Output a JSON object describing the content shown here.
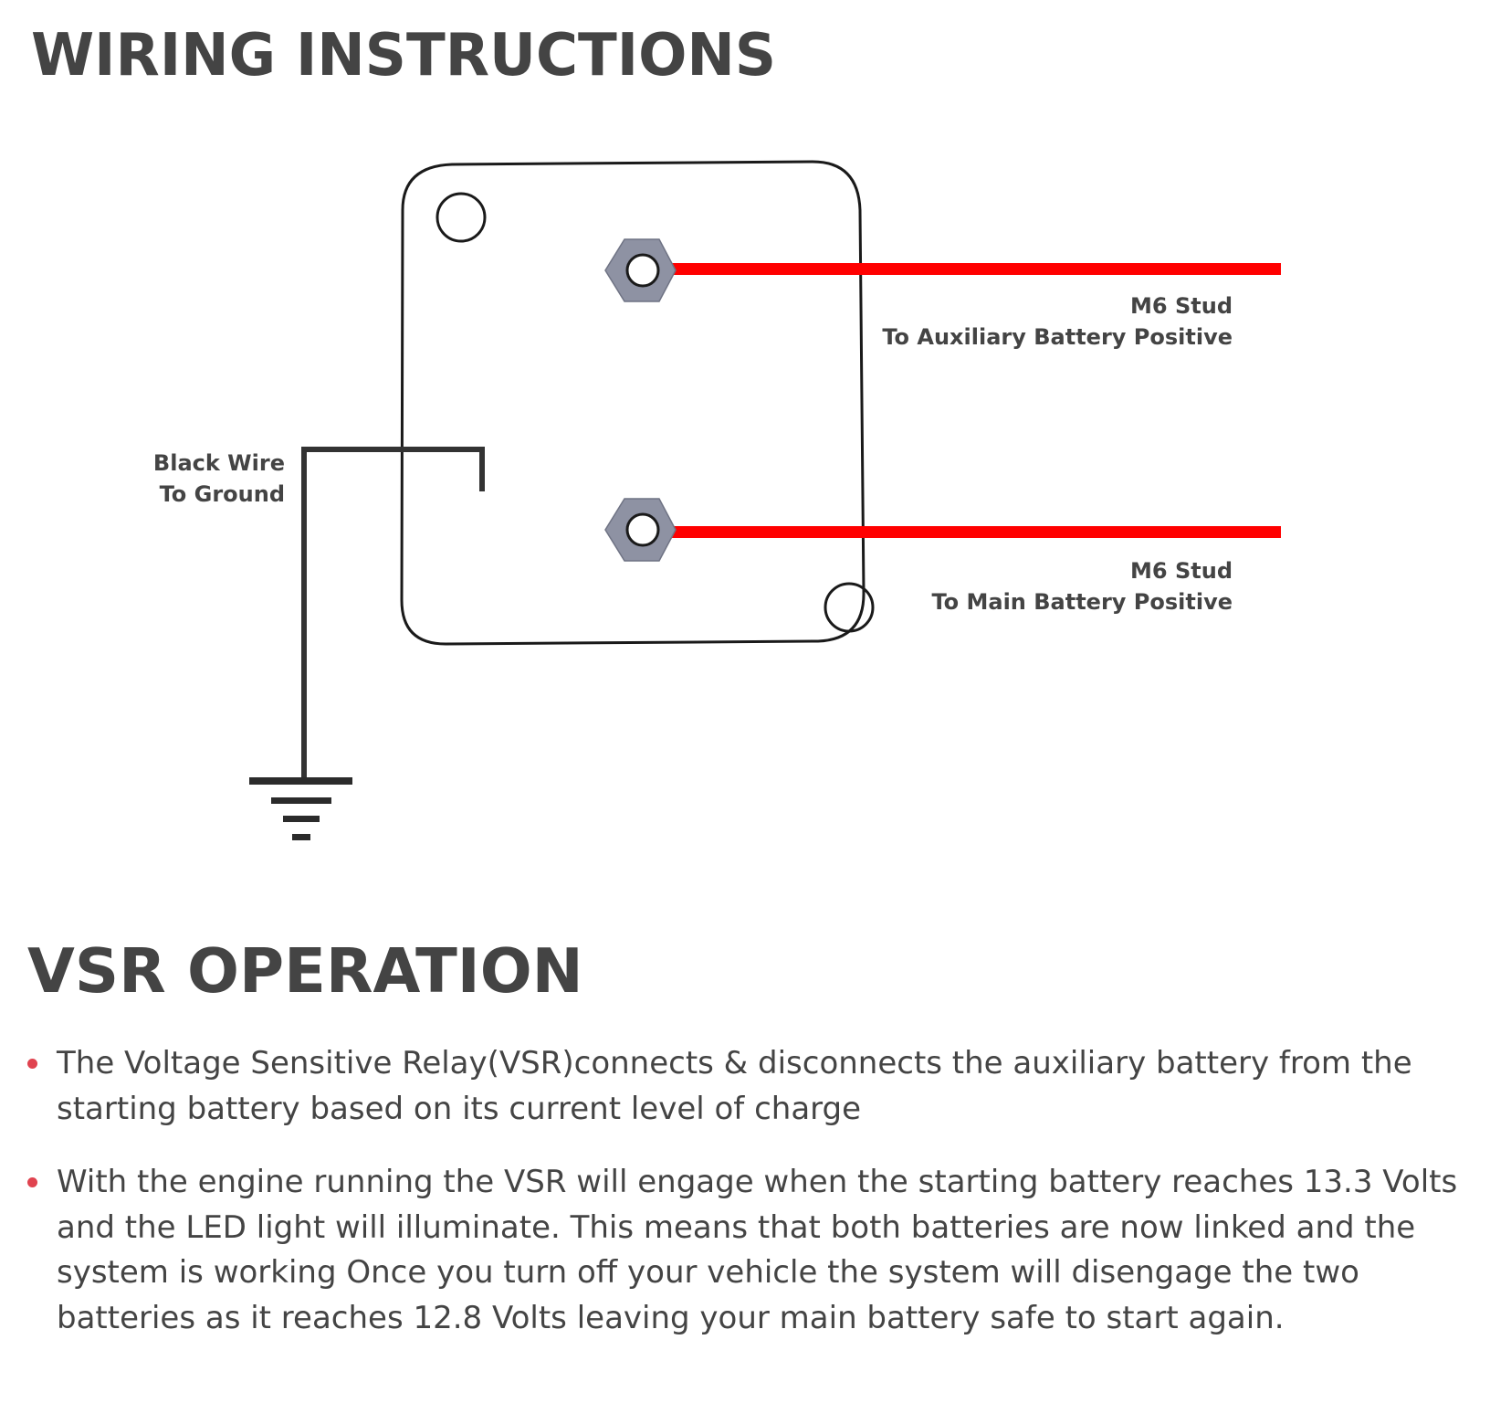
{
  "headings": {
    "wiring": "WIRING INSTRUCTIONS",
    "operation": "VSR OPERATION"
  },
  "diagram": {
    "device": "VSR relay (top view)",
    "wire_color": "#ff0000",
    "ground_wire_color": "#333333",
    "nut_color": "#8e92a3",
    "labels": {
      "aux": {
        "line1": "M6 Stud",
        "line2": "To Auxiliary Battery Positive"
      },
      "main": {
        "line1": "M6 Stud",
        "line2": "To Main Battery Positive"
      },
      "ground": {
        "line1": "Black Wire",
        "line2": "To Ground"
      }
    }
  },
  "operation": {
    "bullet_color": "#e0434f",
    "bullets": [
      "The Voltage Sensitive Relay(VSR)connects & disconnects the auxiliary battery from the starting battery based on its current level of charge",
      "With the engine running the VSR will engage when the starting battery reaches 13.3 Volts and the LED light will illuminate. This means that both batteries are now linked and the system is working Once you turn off your vehicle the system will disengage the two batteries as it reaches 12.8 Volts leaving your main battery safe to start again."
    ]
  }
}
